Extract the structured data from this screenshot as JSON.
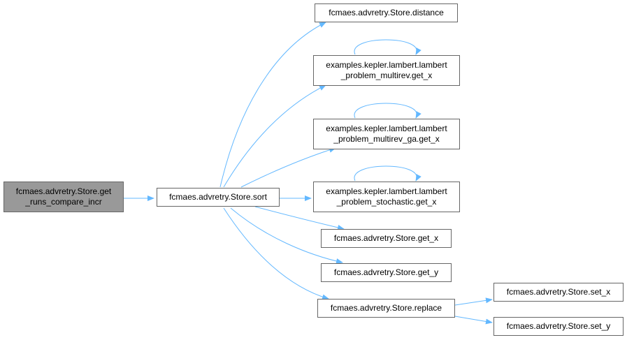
{
  "diagram": {
    "edge_color": "#63b8ff",
    "root_fill": "#999999",
    "nodes": [
      {
        "id": "get_runs_compare_incr",
        "lines": [
          "fcmaes.advretry.Store.get",
          "_runs_compare_incr"
        ]
      },
      {
        "id": "sort",
        "lines": [
          "fcmaes.advretry.Store.sort"
        ]
      },
      {
        "id": "distance",
        "lines": [
          "fcmaes.advretry.Store.distance"
        ]
      },
      {
        "id": "multirev_get_x",
        "lines": [
          "examples.kepler.lambert.lambert",
          "_problem_multirev.get_x"
        ]
      },
      {
        "id": "multirev_ga_get_x",
        "lines": [
          "examples.kepler.lambert.lambert",
          "_problem_multirev_ga.get_x"
        ]
      },
      {
        "id": "stochastic_get_x",
        "lines": [
          "examples.kepler.lambert.lambert",
          "_problem_stochastic.get_x"
        ]
      },
      {
        "id": "get_x",
        "lines": [
          "fcmaes.advretry.Store.get_x"
        ]
      },
      {
        "id": "get_y",
        "lines": [
          "fcmaes.advretry.Store.get_y"
        ]
      },
      {
        "id": "replace",
        "lines": [
          "fcmaes.advretry.Store.replace"
        ]
      },
      {
        "id": "set_x",
        "lines": [
          "fcmaes.advretry.Store.set_x"
        ]
      },
      {
        "id": "set_y",
        "lines": [
          "fcmaes.advretry.Store.set_y"
        ]
      }
    ],
    "edges": [
      {
        "from": "get_runs_compare_incr",
        "to": "sort"
      },
      {
        "from": "sort",
        "to": "distance"
      },
      {
        "from": "sort",
        "to": "multirev_get_x"
      },
      {
        "from": "sort",
        "to": "multirev_ga_get_x"
      },
      {
        "from": "sort",
        "to": "stochastic_get_x"
      },
      {
        "from": "sort",
        "to": "get_x"
      },
      {
        "from": "sort",
        "to": "get_y"
      },
      {
        "from": "sort",
        "to": "replace"
      },
      {
        "from": "multirev_get_x",
        "to": "multirev_get_x"
      },
      {
        "from": "multirev_ga_get_x",
        "to": "multirev_ga_get_x"
      },
      {
        "from": "stochastic_get_x",
        "to": "stochastic_get_x"
      },
      {
        "from": "replace",
        "to": "set_x"
      },
      {
        "from": "replace",
        "to": "set_y"
      }
    ]
  }
}
